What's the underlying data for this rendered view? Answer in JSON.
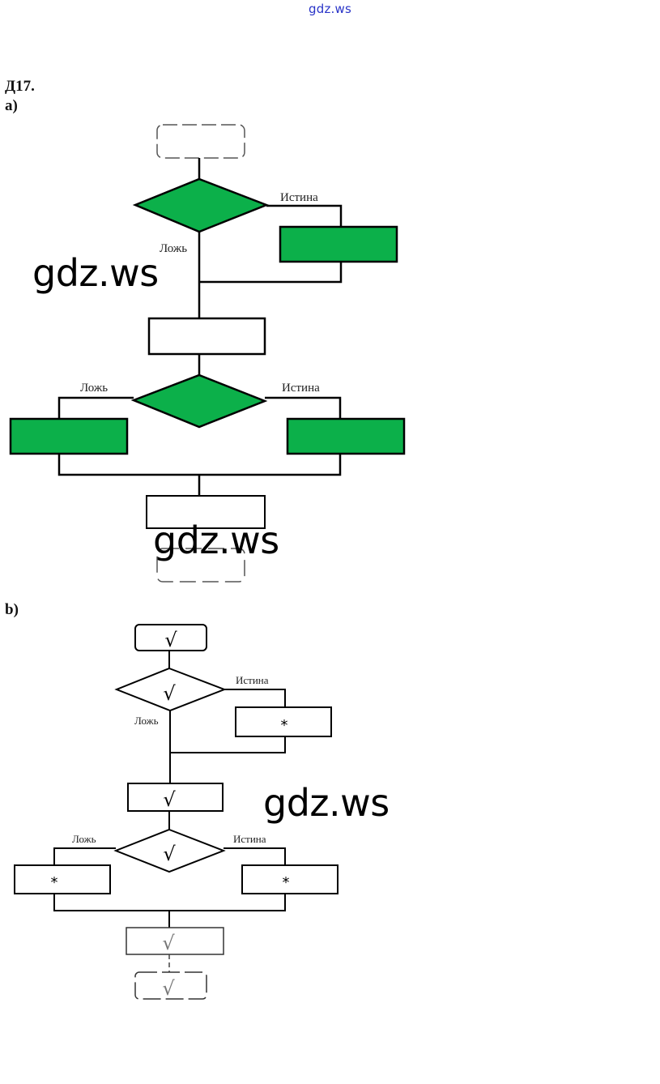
{
  "watermark_top": "gdz.ws",
  "task_title": "Д17.",
  "watermarks": [
    "gdz.ws",
    "gdz.ws",
    "gdz.ws"
  ],
  "colors": {
    "block_fill_green": "#0cb04a",
    "stroke": "#000000",
    "watermark_top": "#2a35c8"
  },
  "part_a": {
    "label": "а)",
    "decision1": {
      "true_label": "Истина",
      "false_label": "Ложь"
    },
    "decision2": {
      "true_label": "Истина",
      "false_label": "Ложь"
    }
  },
  "part_b": {
    "label": "b)",
    "start_mark": "√",
    "decision1": {
      "mark": "√",
      "true_label": "Истина",
      "false_label": "Ложь",
      "true_branch_mark": "*"
    },
    "process1_mark": "√",
    "decision2": {
      "mark": "√",
      "true_label": "Истина",
      "false_label": "Ложь",
      "false_branch_mark": "*",
      "true_branch_mark": "*"
    },
    "process2_mark": "√",
    "end_mark": "√"
  }
}
